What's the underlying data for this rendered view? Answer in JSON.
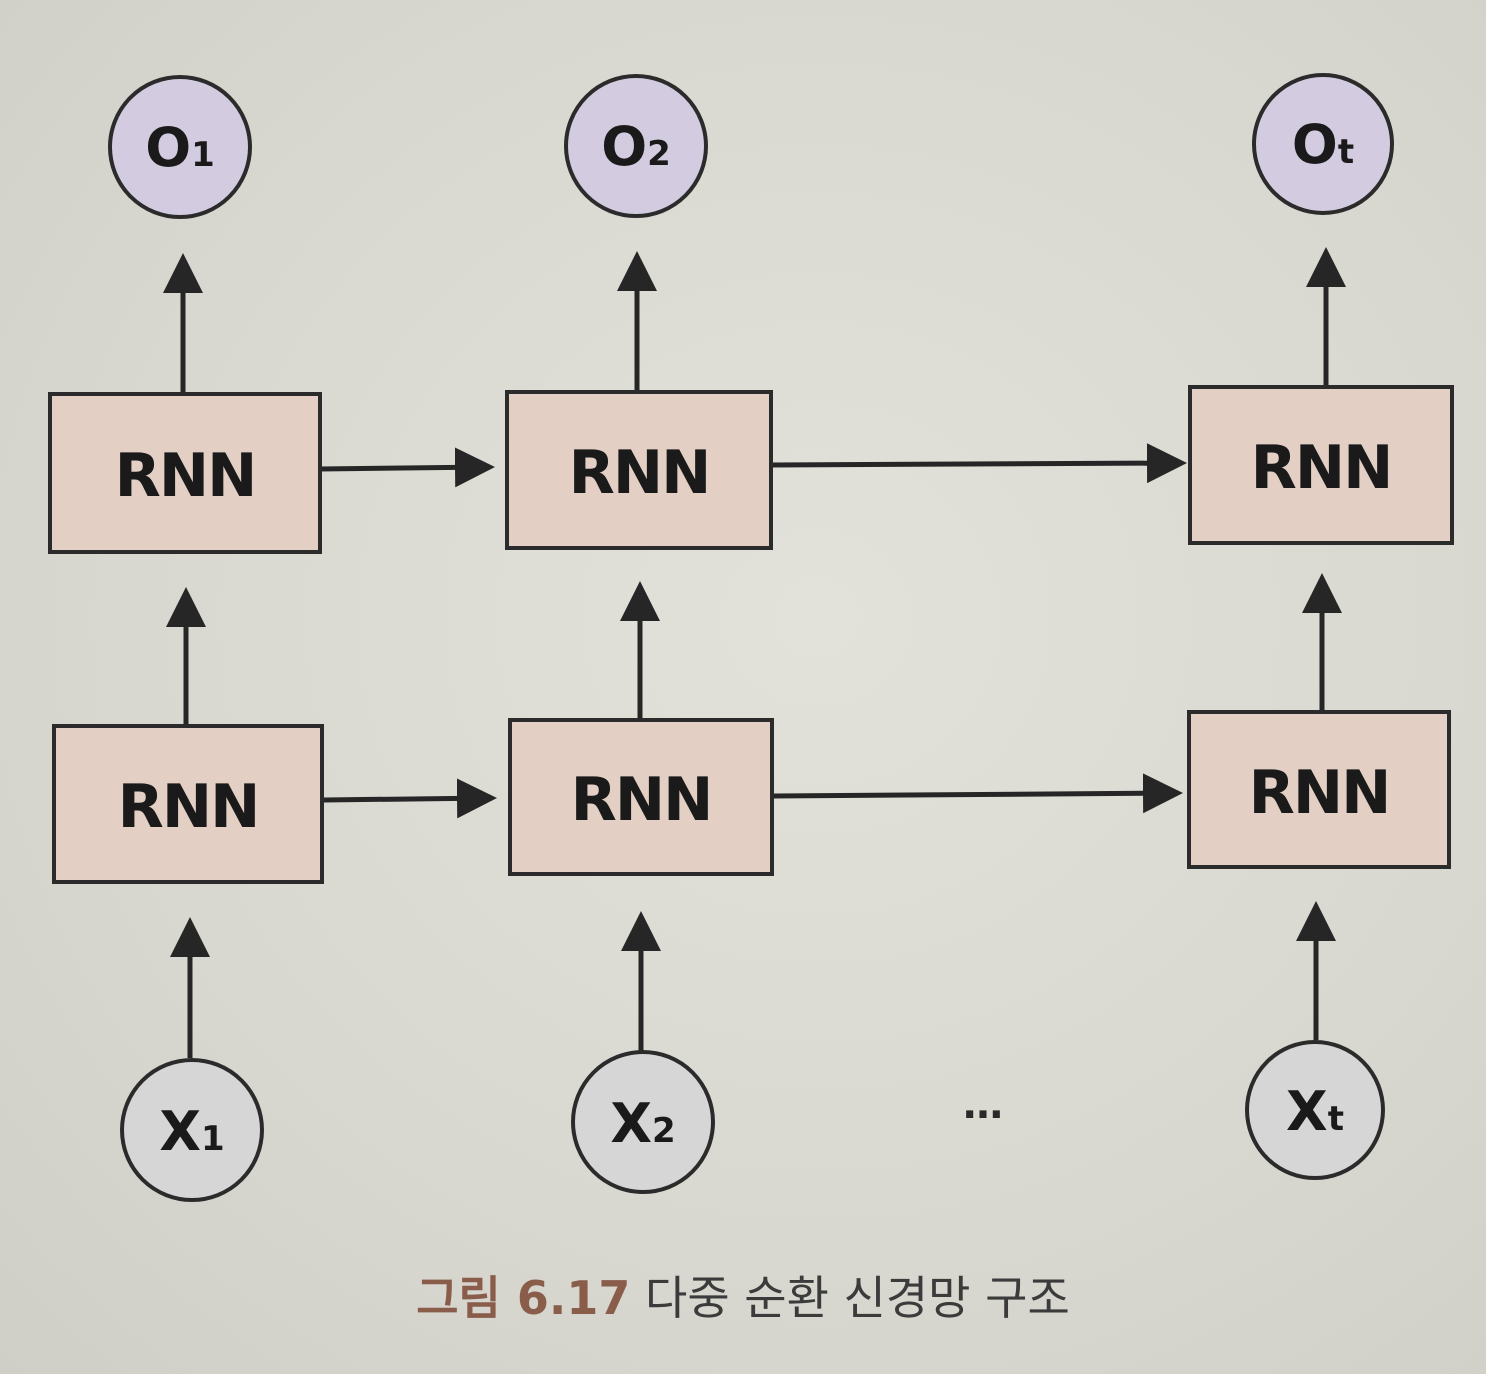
{
  "diagram": {
    "cell_label": "RNN",
    "ellipsis": "…",
    "outputs": [
      {
        "base": "O",
        "sub": "1"
      },
      {
        "base": "O",
        "sub": "2"
      },
      {
        "base": "O",
        "sub": "t"
      }
    ],
    "inputs": [
      {
        "base": "X",
        "sub": "1"
      },
      {
        "base": "X",
        "sub": "2"
      },
      {
        "base": "X",
        "sub": "t"
      }
    ],
    "colors": {
      "cell_fill": "#e3cfc4",
      "output_fill": "#d3cbe0",
      "input_fill": "#d6d6d6",
      "caption_label": "#8a5c4a"
    }
  },
  "caption": {
    "label": "그림 6.17",
    "text": "다중 순환 신경망 구조"
  }
}
